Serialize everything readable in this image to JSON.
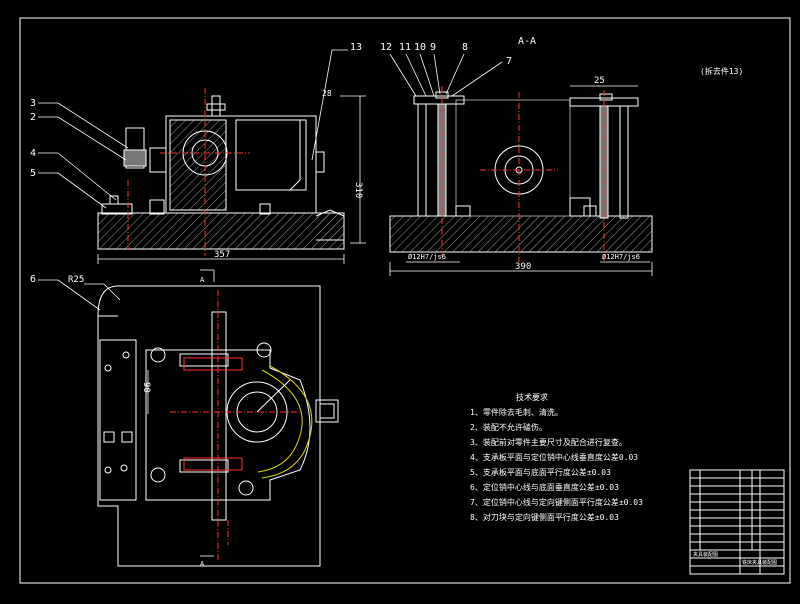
{
  "drawing": {
    "section_label": "A-A",
    "view_note": "(拆去件13)",
    "part_numbers": [
      "3",
      "2",
      "4",
      "5",
      "6",
      "13",
      "12",
      "11",
      "10",
      "9",
      "8",
      "7"
    ],
    "dimensions": {
      "front_width": "357",
      "front_height": "310",
      "side_width": "390",
      "side_top": "25",
      "fit_left": "Ø12H7/js6",
      "fit_right": "Ø12H7/js6",
      "radius": "R25",
      "plan_dim": "90"
    },
    "section_marks": [
      "A",
      "A"
    ],
    "colors": {
      "background": "#000000",
      "outline": "#ffffff",
      "centerline": "#ff3030",
      "highlight": "#d8d800",
      "hatch": "#9a9a9a"
    }
  },
  "notes": {
    "title": "技术要求",
    "items": [
      "1、零件除去毛刺、清洗。",
      "2、装配不允许磕伤。",
      "3、装配前对零件主要尺寸及配合进行复查。",
      "4、支承板平面与定位销中心线垂直度公差0.03",
      "5、支承板平面与底面平行度公差±0.03",
      "6、定位销中心线与底面垂直度公差±0.03",
      "7、定位销中心线与定向键侧面平行度公差±0.03",
      "8、对刀块与定向键侧面平行度公差±0.03"
    ]
  },
  "title_block": {
    "drawing_name": "铣床夹具装配图",
    "label_left": "夹具装配图"
  }
}
